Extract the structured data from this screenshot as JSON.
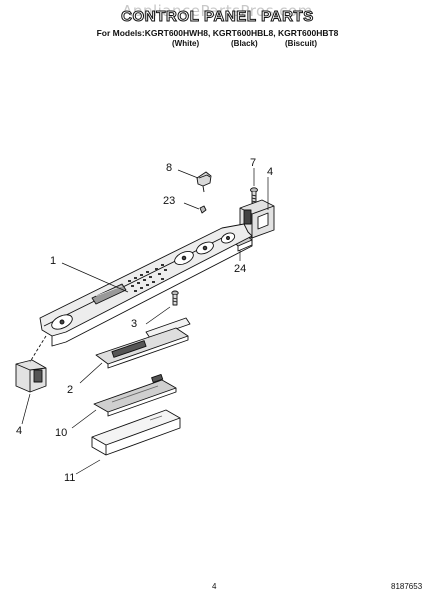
{
  "header": {
    "watermark": "AppliancePartsPros.com",
    "title": "CONTROL PANEL PARTS",
    "models_line": "For Models:KGRT600HWH8, KGRT600HBL8, KGRT600HBT8",
    "variants": [
      "(White)",
      "(Black)",
      "(Biscuit)"
    ]
  },
  "callouts": {
    "c8": "8",
    "c7": "7",
    "c4_right": "4",
    "c23": "23",
    "c24": "24",
    "c1": "1",
    "c3": "3",
    "c2": "2",
    "c4_left": "4",
    "c10": "10",
    "c11": "11"
  },
  "footer": {
    "page_number": "4",
    "doc_number": "8187653"
  }
}
